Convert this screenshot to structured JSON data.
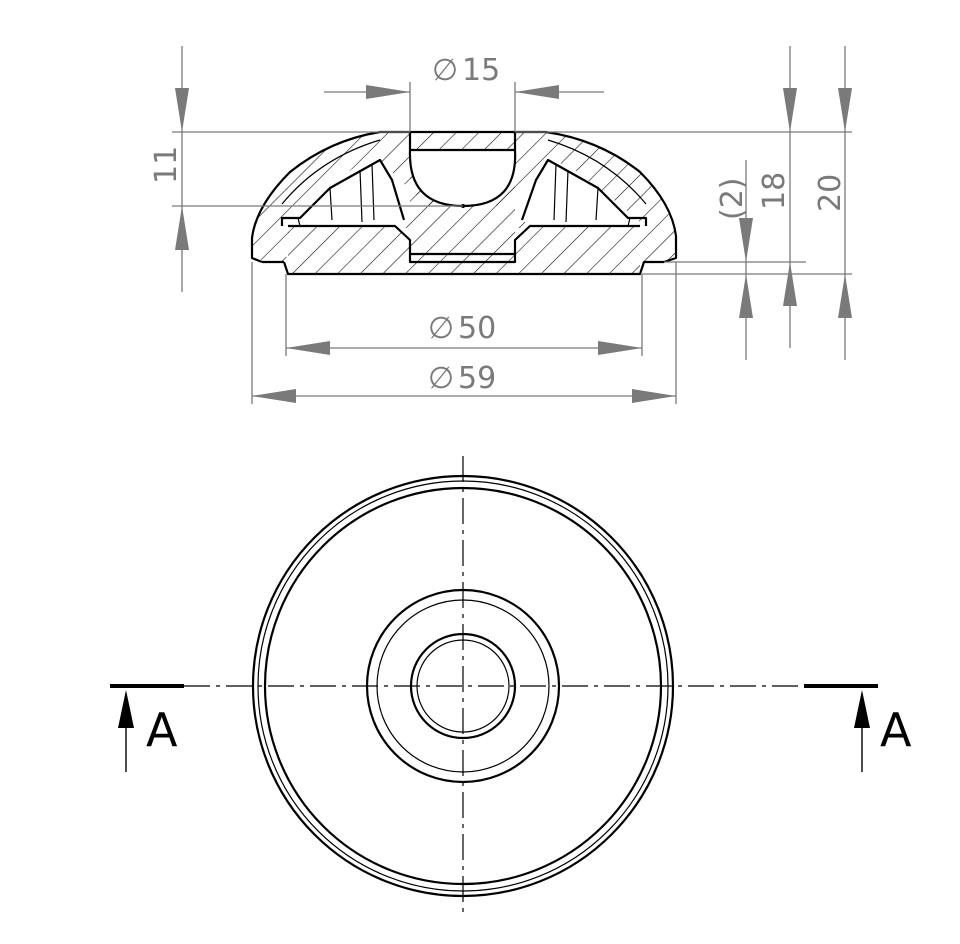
{
  "section_view": {
    "dimensions": {
      "bore_diameter": "15",
      "inner_diameter": "50",
      "outer_diameter": "59",
      "cap_height": "11",
      "chamfer": "(2)",
      "step_height": "18",
      "total_height": "20"
    },
    "diameter_symbol": "∅"
  },
  "plan_view": {
    "cut_label_left": "A",
    "cut_label_right": "A"
  }
}
